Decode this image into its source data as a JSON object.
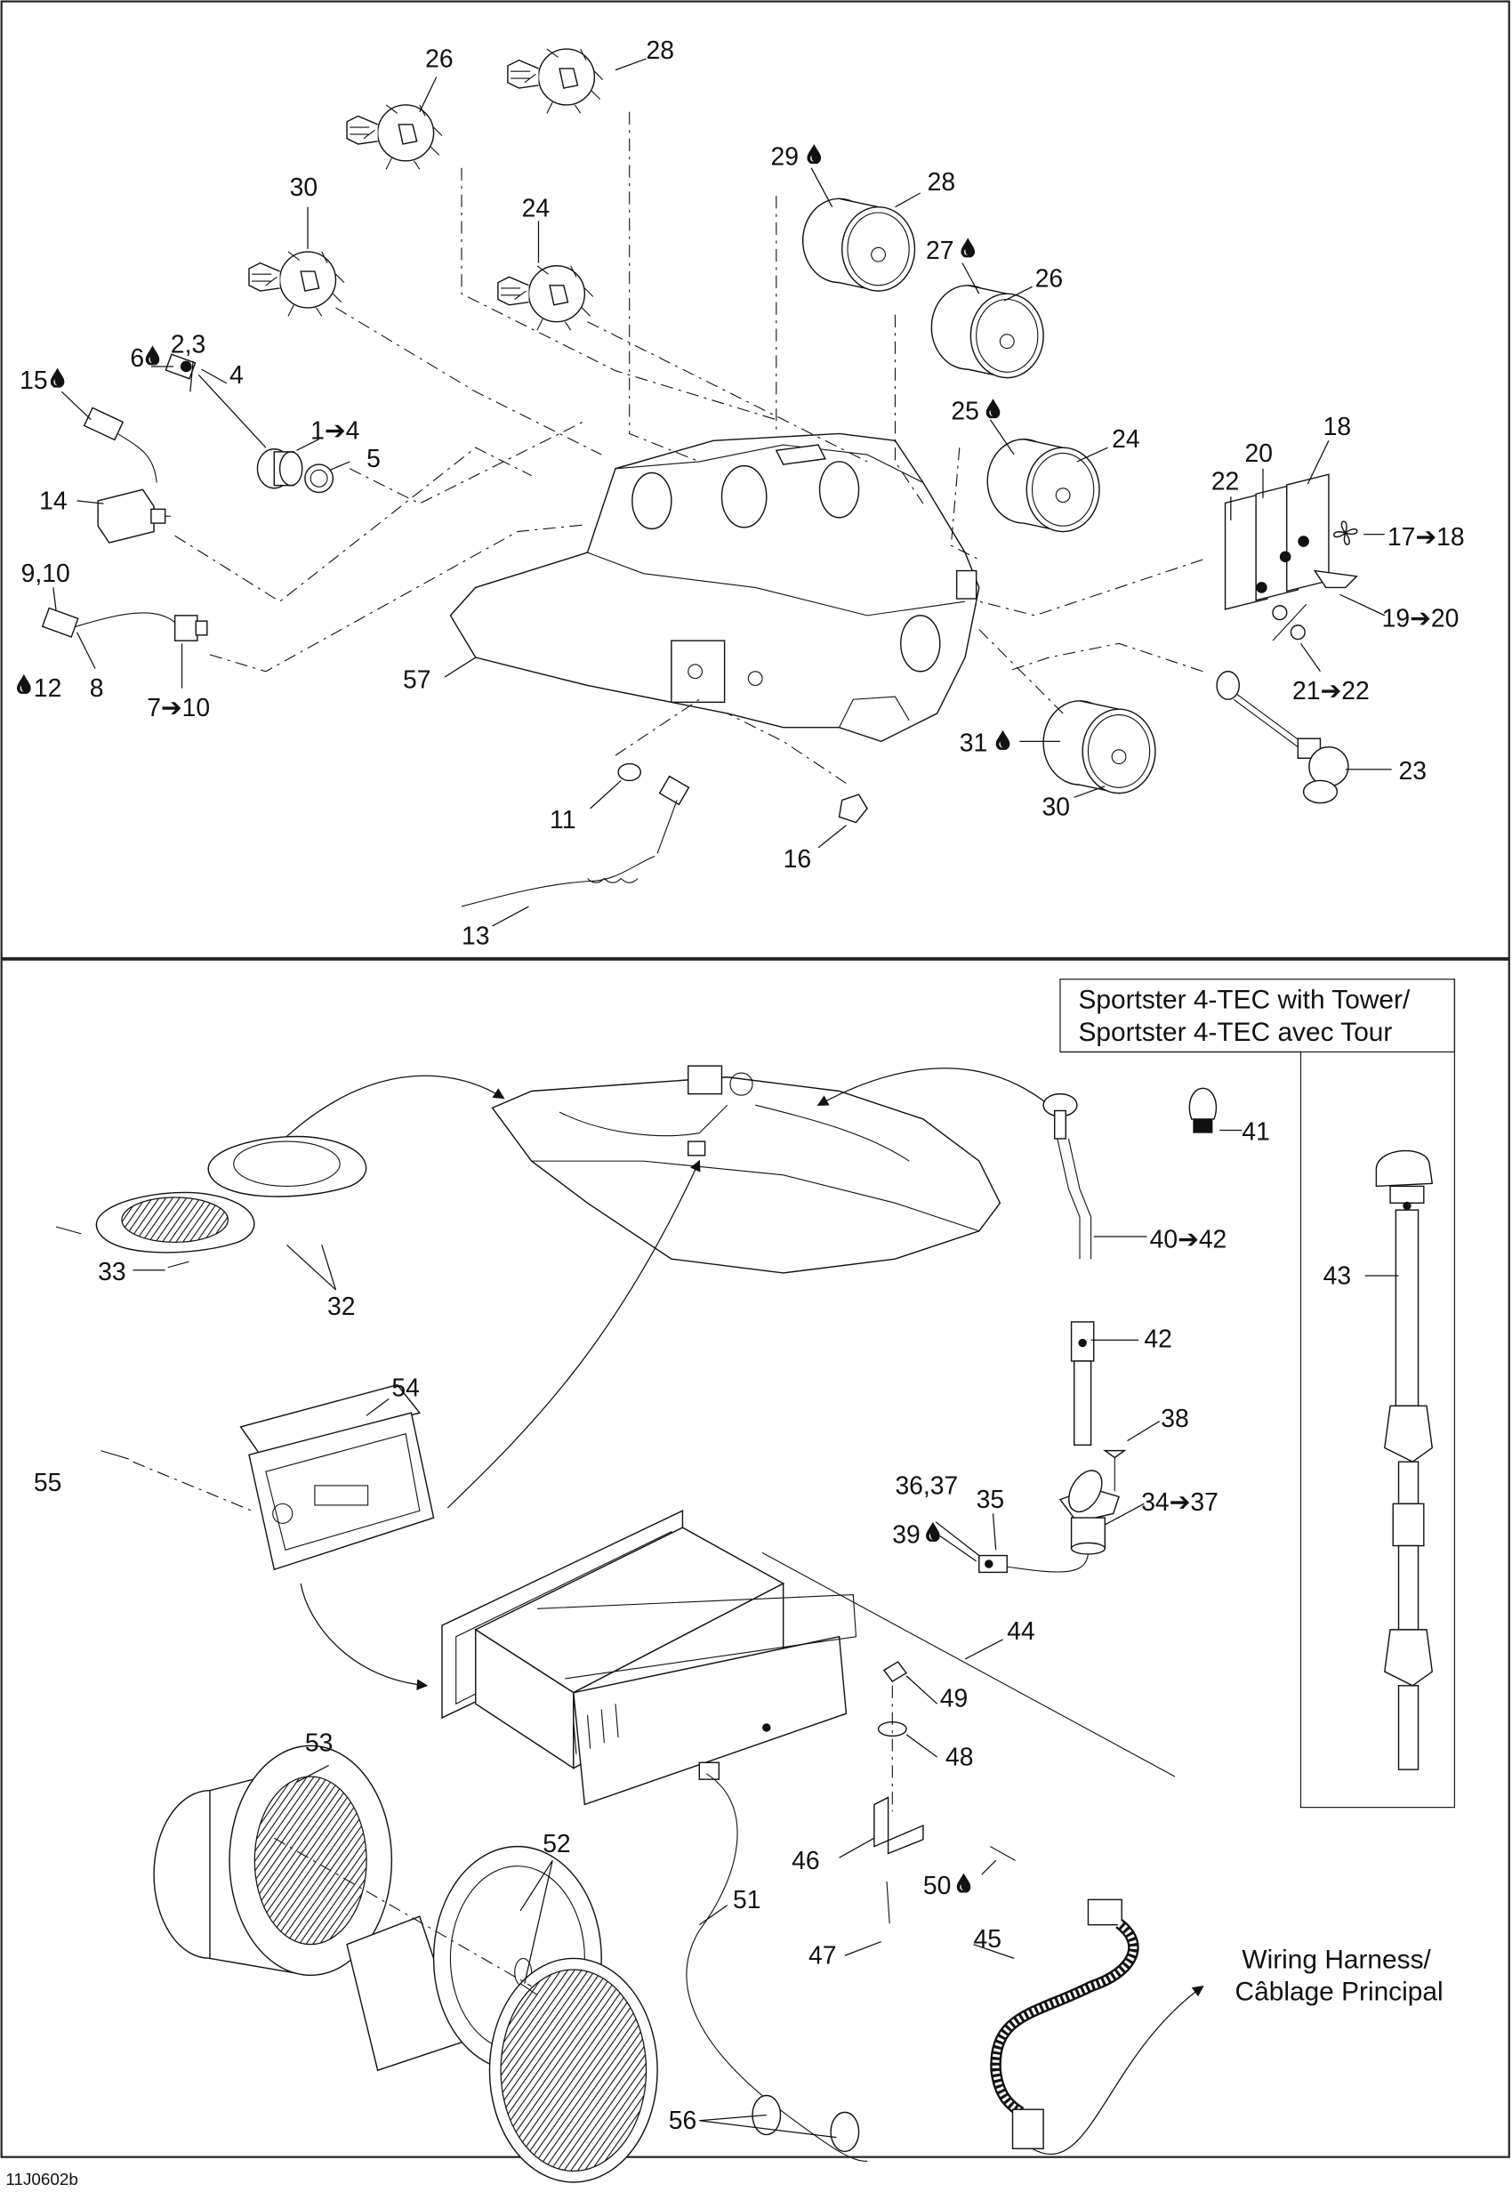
{
  "figure_id": "11J0602b",
  "callout_symbols": {
    "drop": "drop-icon",
    "arrow": "➔"
  },
  "top_section": {
    "labels": [
      {
        "id": "l26a",
        "text": "26"
      },
      {
        "id": "l28a",
        "text": "28"
      },
      {
        "id": "l30a",
        "text": "30"
      },
      {
        "id": "l24a",
        "text": "24"
      },
      {
        "id": "l29",
        "text": "29",
        "drop": true
      },
      {
        "id": "l28b",
        "text": "28"
      },
      {
        "id": "l27",
        "text": "27",
        "drop": true
      },
      {
        "id": "l26b",
        "text": "26"
      },
      {
        "id": "l25",
        "text": "25",
        "drop": true
      },
      {
        "id": "l24b",
        "text": "24"
      },
      {
        "id": "l15",
        "text": "15",
        "drop": true
      },
      {
        "id": "l6",
        "text": "6",
        "drop": true
      },
      {
        "id": "l23s",
        "text": "2,3"
      },
      {
        "id": "l4",
        "text": "4"
      },
      {
        "id": "l1to4",
        "text": "1➔4"
      },
      {
        "id": "l5",
        "text": "5"
      },
      {
        "id": "l14",
        "text": "14"
      },
      {
        "id": "l910",
        "text": "9,10"
      },
      {
        "id": "l12",
        "text": "12",
        "drop_before": true
      },
      {
        "id": "l8",
        "text": "8"
      },
      {
        "id": "l7to10",
        "text": "7➔10"
      },
      {
        "id": "l57",
        "text": "57"
      },
      {
        "id": "l11",
        "text": "11"
      },
      {
        "id": "l16",
        "text": "16"
      },
      {
        "id": "l13",
        "text": "13"
      },
      {
        "id": "l31",
        "text": "31",
        "drop": true
      },
      {
        "id": "l30b",
        "text": "30"
      },
      {
        "id": "l18",
        "text": "18"
      },
      {
        "id": "l20",
        "text": "20"
      },
      {
        "id": "l22",
        "text": "22"
      },
      {
        "id": "l17to18",
        "text": "17➔18"
      },
      {
        "id": "l19to20",
        "text": "19➔20"
      },
      {
        "id": "l21to22",
        "text": "21➔22"
      },
      {
        "id": "l23",
        "text": "23"
      }
    ]
  },
  "bottom_section": {
    "tower_box": {
      "title_line1": "Sportster 4-TEC with Tower/",
      "title_line2": "Sportster 4-TEC avec Tour"
    },
    "harness_note": {
      "line1": "Wiring Harness/",
      "line2": "Câblage Principal"
    },
    "labels": [
      {
        "id": "l41",
        "text": "41"
      },
      {
        "id": "l40to42",
        "text": "40➔42"
      },
      {
        "id": "l42",
        "text": "42"
      },
      {
        "id": "l43",
        "text": "43"
      },
      {
        "id": "l38",
        "text": "38"
      },
      {
        "id": "l3637",
        "text": "36,37"
      },
      {
        "id": "l35",
        "text": "35"
      },
      {
        "id": "l39",
        "text": "39",
        "drop": true
      },
      {
        "id": "l34to37",
        "text": "34➔37"
      },
      {
        "id": "l33",
        "text": "33"
      },
      {
        "id": "l32",
        "text": "32"
      },
      {
        "id": "l54",
        "text": "54"
      },
      {
        "id": "l55",
        "text": "55"
      },
      {
        "id": "l44",
        "text": "44"
      },
      {
        "id": "l49",
        "text": "49"
      },
      {
        "id": "l48",
        "text": "48"
      },
      {
        "id": "l46",
        "text": "46"
      },
      {
        "id": "l50",
        "text": "50",
        "drop": true
      },
      {
        "id": "l47",
        "text": "47"
      },
      {
        "id": "l45",
        "text": "45"
      },
      {
        "id": "l53",
        "text": "53"
      },
      {
        "id": "l52",
        "text": "52"
      },
      {
        "id": "l51",
        "text": "51"
      },
      {
        "id": "l56",
        "text": "56"
      }
    ]
  }
}
